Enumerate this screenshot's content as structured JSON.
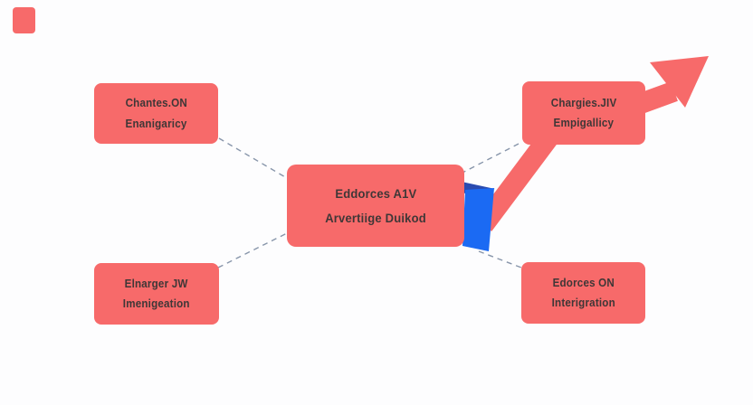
{
  "diagram": {
    "colors": {
      "node_fill": "#f76a6a",
      "arrow": "#f76a6a",
      "ribbon_blue": "#1b6af3",
      "ribbon_fold_dark": "#2a4bb0",
      "connector": "#8795aa",
      "text": "#3f3737",
      "background": "#fdfdfe"
    },
    "nodes": [
      {
        "id": "top-left",
        "line1": "Chantes.ON",
        "line2": "Enanigaricy"
      },
      {
        "id": "bottom-left",
        "line1": "Elnarger JW",
        "line2": "Imenigeation"
      },
      {
        "id": "center",
        "line1": "Eddorces A1V",
        "line2": "Arvertiige Duikod"
      },
      {
        "id": "top-right",
        "line1": "Chargies.JIV",
        "line2": "Empigallicy"
      },
      {
        "id": "bottom-right",
        "line1": "Edorces ON",
        "line2": "Interigration"
      }
    ],
    "icons": {
      "arrow": "growth-arrow-icon",
      "ribbon": "blue-ribbon-icon",
      "corner": "corner-accent-square"
    }
  }
}
